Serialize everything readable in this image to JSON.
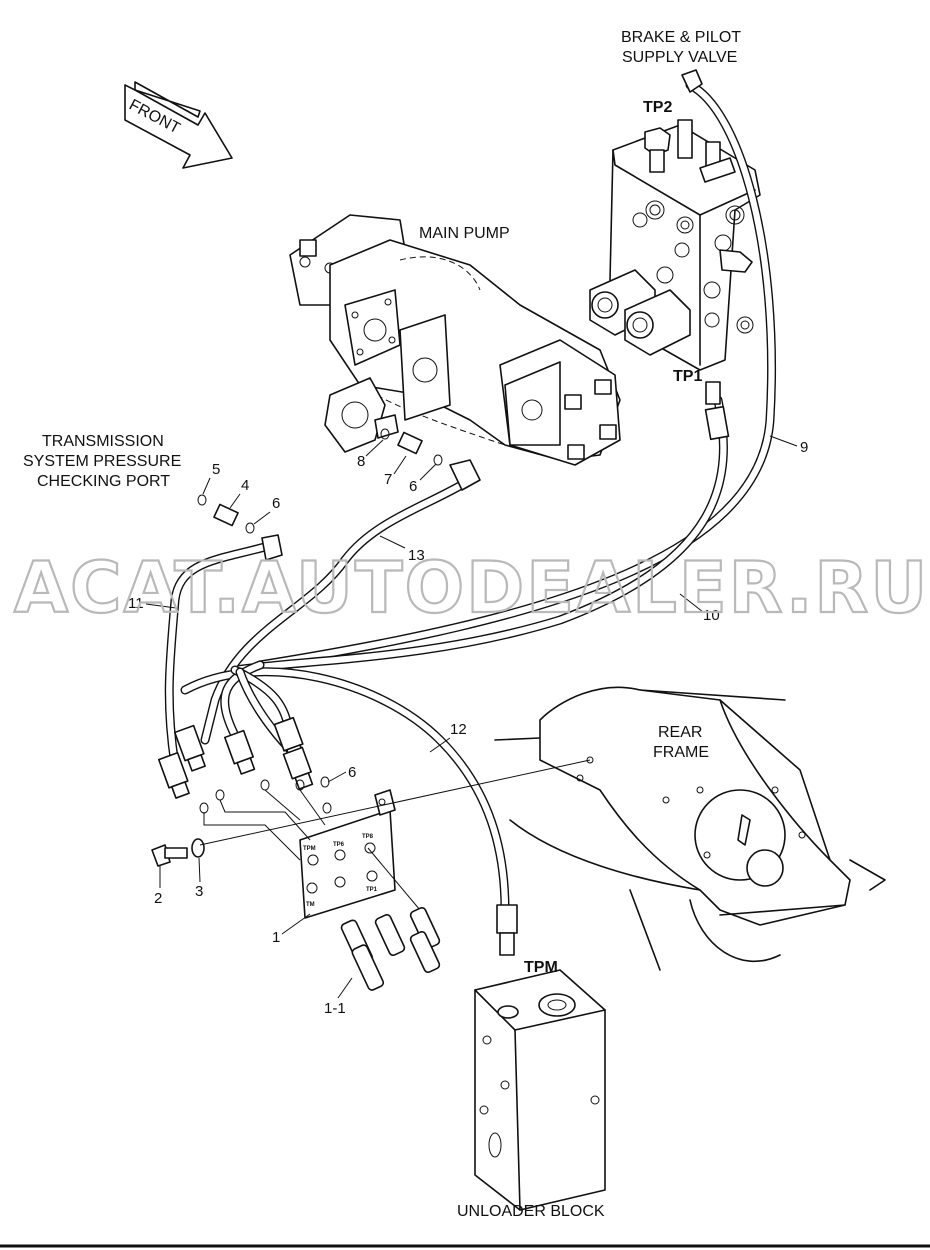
{
  "labels": {
    "front": "FRONT",
    "brake_valve_line1": "BRAKE & PILOT",
    "brake_valve_line2": "SUPPLY VALVE",
    "tp2": "TP2",
    "main_pump": "MAIN PUMP",
    "tp1": "TP1",
    "transmission_line1": "TRANSMISSION",
    "transmission_line2": "SYSTEM PRESSURE",
    "transmission_line3": "CHECKING PORT",
    "rear_frame_line1": "REAR",
    "rear_frame_line2": "FRAME",
    "tpm": "TPM",
    "unloader_block": "UNLOADER BLOCK",
    "watermark": "ACAT.AUTODEALER.RU"
  },
  "plate_labels": {
    "tpm": "TPM",
    "tp6": "TP6",
    "tp8": "TP8",
    "tm": "TM",
    "tp1": "TP1"
  },
  "callouts": {
    "c1": "1",
    "c1_1": "1-1",
    "c2": "2",
    "c3": "3",
    "c4": "4",
    "c5": "5",
    "c6_a": "6",
    "c6_b": "6",
    "c6_c": "6",
    "c7": "7",
    "c8": "8",
    "c9": "9",
    "c10": "10",
    "c11": "11",
    "c12": "12",
    "c13": "13"
  }
}
